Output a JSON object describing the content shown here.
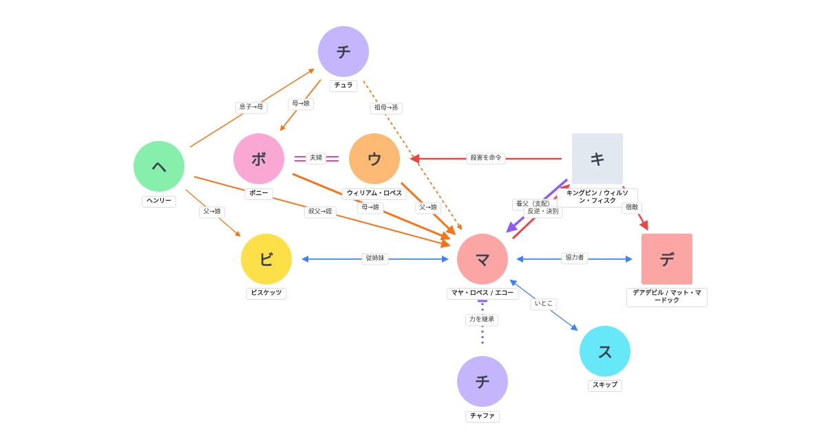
{
  "nodes": {
    "chura": {
      "initial": "チ",
      "label": "チュラ",
      "color": "#c4b5fd"
    },
    "henry": {
      "initial": "ヘ",
      "label": "ヘンリー",
      "color": "#86efac"
    },
    "bonnie": {
      "initial": "ボ",
      "label": "ボニー",
      "color": "#f9a8d4"
    },
    "william": {
      "initial": "ウ",
      "label": "ウィリアム・ロペス",
      "color": "#fdba74"
    },
    "kingpin": {
      "initial": "キ",
      "label": "キングピン / ウィルソン・フィスク",
      "color": "#e2e8f0"
    },
    "biscuits": {
      "initial": "ビ",
      "label": "ビスケッツ",
      "color": "#fde047"
    },
    "maya": {
      "initial": "マ",
      "label": "マヤ・ロペス / エコー",
      "color": "#fca5a5"
    },
    "daredevil": {
      "initial": "デ",
      "label": "デアデビル / マット・マードック",
      "color": "#fca5a5"
    },
    "skip": {
      "initial": "ス",
      "label": "スキップ",
      "color": "#67e8f9"
    },
    "chafa": {
      "initial": "チ",
      "label": "チャファ",
      "color": "#c4b5fd"
    }
  },
  "edges": {
    "henry_chura": "息子→母",
    "chura_bonnie": "母→娘",
    "chura_maya": "祖母→孫",
    "bonnie_william": "夫婦",
    "kingpin_william": "殺害を命令",
    "henry_biscuits": "父→娘",
    "henry_maya": "叔父→姪",
    "bonnie_maya": "母→娘",
    "william_maya": "父→娘",
    "kingpin_maya_foster": "養父（支配）",
    "maya_kingpin_betrayal": "反逆・決別",
    "kingpin_daredevil": "宿敵",
    "biscuits_maya": "従姉妹",
    "maya_daredevil": "協力者",
    "maya_skip": "いとこ",
    "chafa_maya": "力を継承"
  },
  "colors": {
    "orange": "#f97316",
    "red": "#ef4444",
    "purple": "#8b5cf6",
    "blue": "#3b82f6",
    "pink": "#ec4899"
  }
}
